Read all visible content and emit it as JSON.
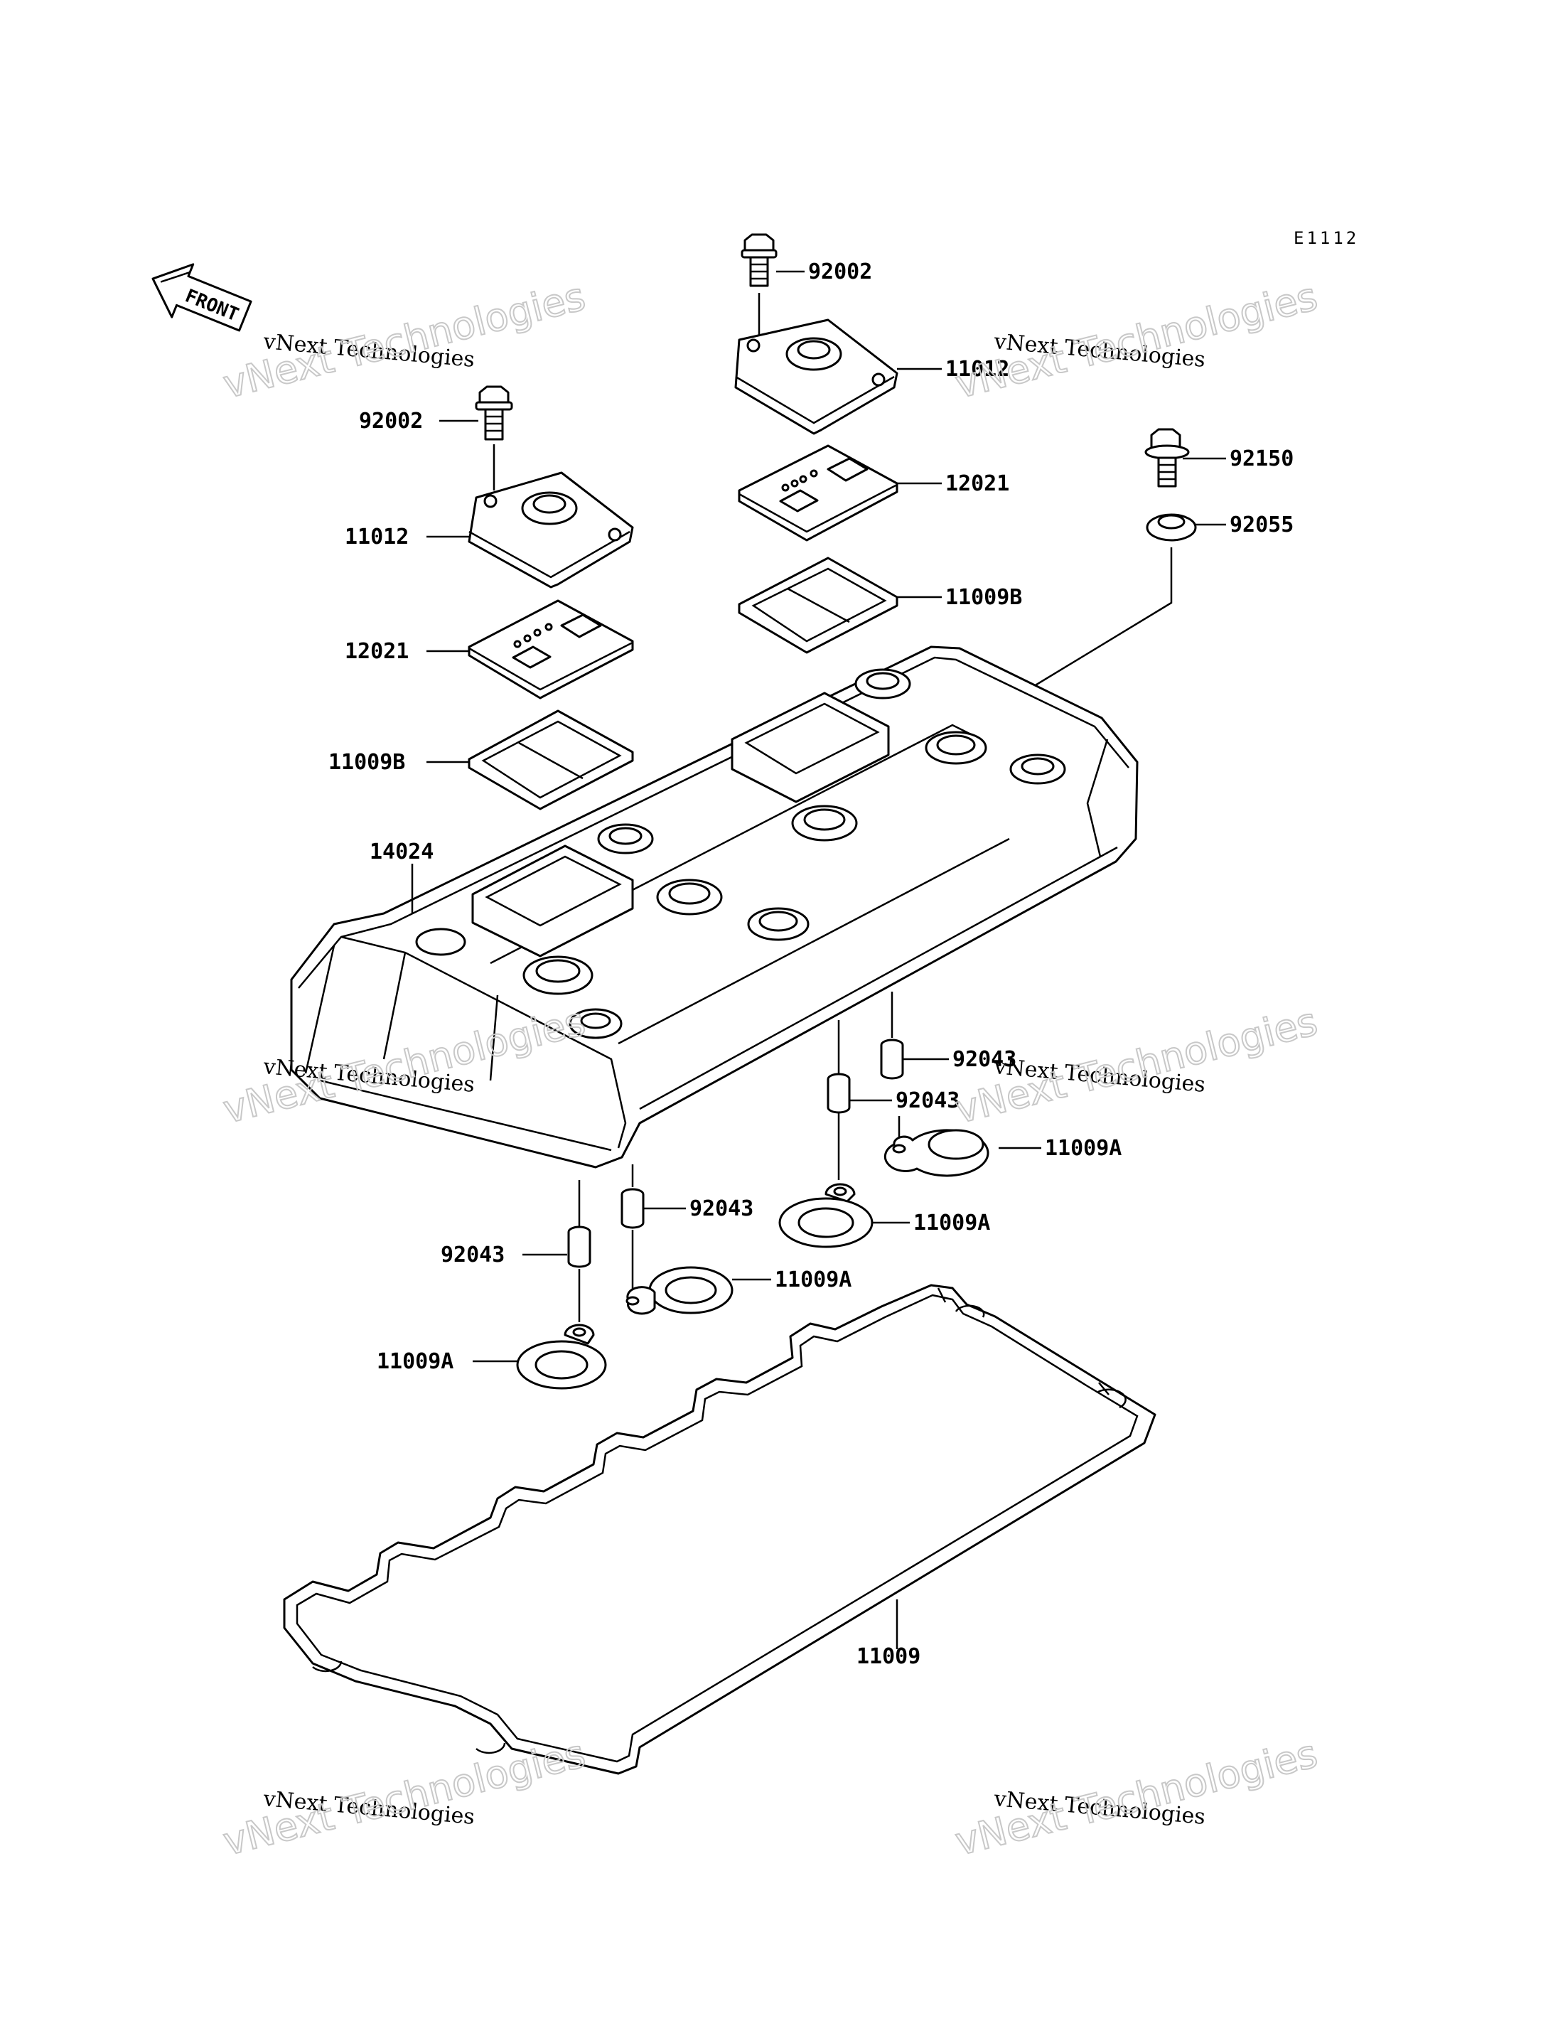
{
  "diagram_code": "E1112",
  "front_label": "FRONT",
  "watermark": {
    "line1": "vNext Technologies",
    "line2": "vNext Technologies"
  },
  "labels": {
    "p92002_top": "92002",
    "p11012_top": "11012",
    "p12021_top": "12021",
    "p11009B_top": "11009B",
    "p92150": "92150",
    "p92055": "92055",
    "p92002_left": "92002",
    "p11012_left": "11012",
    "p12021_left": "12021",
    "p11009B_left": "11009B",
    "p14024": "14024",
    "p92043_a": "92043",
    "p92043_b": "92043",
    "p11009A_a": "11009A",
    "p11009A_b": "11009A",
    "p92043_c": "92043",
    "p92043_d": "92043",
    "p11009A_c": "11009A",
    "p11009A_d": "11009A",
    "p11009": "11009"
  }
}
